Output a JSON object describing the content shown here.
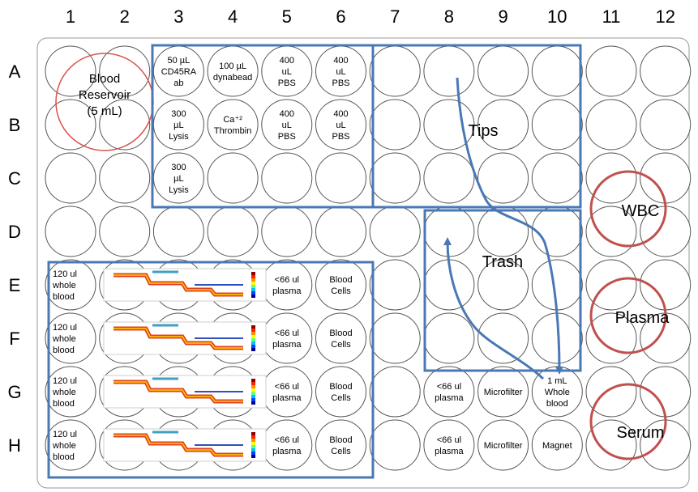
{
  "columns": [
    "1",
    "2",
    "3",
    "4",
    "5",
    "6",
    "7",
    "8",
    "9",
    "10",
    "11",
    "12"
  ],
  "rows": [
    "A",
    "B",
    "C",
    "D",
    "E",
    "F",
    "G",
    "H"
  ],
  "colors": {
    "blue": "#4a78b5",
    "red": "#c0504d",
    "yellow": "#ffff00",
    "reservoir_ring": "#d9534f"
  },
  "wells": {
    "A3": [
      "50 µL",
      "CD45RA",
      "ab"
    ],
    "A4": [
      "100 µL",
      "dynabead"
    ],
    "A5": [
      "400",
      "uL",
      "PBS"
    ],
    "A6": [
      "400",
      "uL",
      "PBS"
    ],
    "B3": [
      "300",
      "µL",
      "Lysis"
    ],
    "B4": [
      "Ca⁺²",
      "Thrombin"
    ],
    "B5": [
      "400",
      "uL",
      "PBS"
    ],
    "B6": [
      "400",
      "uL",
      "PBS"
    ],
    "C3": [
      "300",
      "µL",
      "Lysis"
    ],
    "E5": [
      "<66 ul",
      "plasma"
    ],
    "F5": [
      "<66 ul",
      "plasma"
    ],
    "G5": [
      "<66 ul",
      "plasma"
    ],
    "H5": [
      "<66 ul",
      "plasma"
    ],
    "E6": [
      "Blood",
      "Cells"
    ],
    "F6": [
      "Blood",
      "Cells"
    ],
    "G6": [
      "Blood",
      "Cells"
    ],
    "H6": [
      "Blood",
      "Cells"
    ],
    "G8": [
      "<66 ul",
      "plasma"
    ],
    "H8": [
      "<66 ul",
      "plasma"
    ],
    "G9": [
      "Microfilter"
    ],
    "H9": [
      "Microfilter"
    ],
    "G10": [
      "1 mL",
      "Whole",
      "blood"
    ],
    "H10": [
      "Magnet"
    ],
    "E1": [
      "120 ul",
      "whole",
      "blood"
    ],
    "F1": [
      "120 ul",
      "whole",
      "blood"
    ],
    "G1": [
      "120 ul",
      "whole",
      "blood"
    ],
    "H1": [
      "120 ul",
      "whole",
      "blood"
    ]
  },
  "reservoir_label": [
    "Blood",
    "Reservoir",
    "(5 mL)"
  ],
  "tips_label": "Tips",
  "trash_label": "Trash",
  "wbc_label": "WBC",
  "plasma_label": "Plasma",
  "serum_label": "Serum"
}
